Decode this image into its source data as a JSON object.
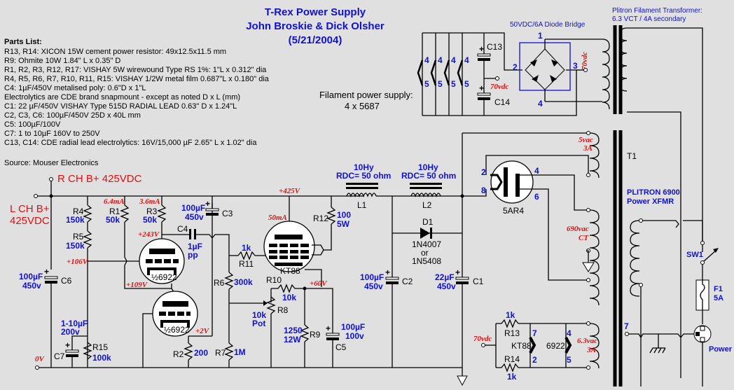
{
  "title": {
    "line1": "T-Rex Power Supply",
    "line2": "John Broskie & Dick Olsher",
    "line3": "(5/21/2004)"
  },
  "parts_list": {
    "heading": "Parts List:",
    "lines": [
      "R13, R14: XICON 15W cement power resistor: 49x12.5x11.5 mm",
      "R9: Ohmite 10W 1.84\" L x 0.35\" D",
      "R1, R2, R3, R12, R17: VISHAY 5W wirewound Type RS 1%: 1\"L x 0.312\" dia",
      "R4, R5, R6, R7, R10, R11, R15: VISHAY 1/2W metal film 0.687\"L x 0.180\" dia",
      "C4: 1µF/450V metalised poly: 0.6\"D x 1\"L",
      "Electrolytics are CDE brand snapmount - except as noted D x L (mm)",
      "C1: 22 µF/450V VISHAY Type 515D RADIAL LEAD 0.63\" D x 1.24\"L",
      "C2, C3,  C6: 100µF/450V 25D x 40L mm",
      "C5: 100µF/100V",
      "C7: 1 to 10µF  160V to 250V",
      "C13, C14:  CDE radial lead electrolytics: 16V/15,000 µF 2.65\" L x 1.02\" dia"
    ],
    "source": "Source: Mouser Electronics"
  },
  "filament_supply": {
    "label_line1": "Filament power supply:",
    "label_line2": "4 x 5687",
    "socket_pins_top": [
      "4",
      "4",
      "4",
      "4"
    ],
    "socket_pins_bottom": [
      "5",
      "5",
      "5",
      "5"
    ],
    "c13": "C13",
    "c14": "C14",
    "voltage_mid": "70vdc",
    "bridge_label": "50VDC/6A Diode Bridge",
    "bridge_pins": [
      "1",
      "2",
      "3",
      "4"
    ],
    "bridge_out_voltage": "70vdc",
    "transformer_label_line1": "Plitron Filament Transformer:",
    "transformer_label_line2": "6.3 VCT / 4A secondary"
  },
  "rails": {
    "r_ch": "R CH B+ 425VDC",
    "l_ch_line1": "L CH B+",
    "l_ch_line2": "425VDC",
    "zero": "0V"
  },
  "components": {
    "R4": {
      "name": "R4",
      "value": "150k"
    },
    "R5": {
      "name": "R5",
      "value": "150k"
    },
    "R1": {
      "name": "R1",
      "value": "50k",
      "current": "6.4mA"
    },
    "R3": {
      "name": "R3",
      "value": "50k",
      "current": "3.6mA"
    },
    "R2": {
      "name": "R2",
      "value": "200"
    },
    "R6": {
      "name": "R6",
      "value": "300k"
    },
    "R7": {
      "name": "R7",
      "value": "1M"
    },
    "R8": {
      "name": "R8",
      "value_line1": "10k",
      "value_line2": "Pot"
    },
    "R9": {
      "name": "R9",
      "value_line1": "1250",
      "value_line2": "12W"
    },
    "R10": {
      "name": "R10",
      "value": "10k"
    },
    "R11": {
      "name": "R11",
      "value": "1k"
    },
    "R12": {
      "name": "R12",
      "value_line1": "100",
      "value_line2": "5W"
    },
    "R13": {
      "name": "R13",
      "value": "1k"
    },
    "R14": {
      "name": "R14",
      "value": "1k"
    },
    "R15": {
      "name": "R15",
      "value": "100k"
    },
    "C1": {
      "name": "C1",
      "value_line1": "22µF",
      "value_line2": "450v"
    },
    "C2": {
      "name": "C2",
      "value_line1": "100µF",
      "value_line2": "450v"
    },
    "C3": {
      "name": "C3",
      "value_line1": "100µF",
      "value_line2": "450v"
    },
    "C4": {
      "name": "C4",
      "value_line1": "1µF",
      "value_line2": "pp"
    },
    "C5": {
      "name": "C5",
      "value_line1": "100µF",
      "value_line2": "100v"
    },
    "C6": {
      "name": "C6",
      "value_line1": "100µF",
      "value_line2": "450v"
    },
    "C7": {
      "name": "C7",
      "value_line1": "1-10µF",
      "value_line2": "200v"
    },
    "L1": {
      "name": "L1",
      "value_line1": "10Hy",
      "value_line2": "RDC= 50 ohm"
    },
    "L2": {
      "name": "L2",
      "value_line1": "10Hy",
      "value_line2": "RDC= 50 ohm"
    },
    "D1": {
      "name": "D1",
      "part_line1": "1N4007",
      "part_line2": "or",
      "part_line3": "1N5408"
    },
    "V1": {
      "name": "½6922"
    },
    "V2": {
      "name": "½6922"
    },
    "V3": {
      "name": "KT88",
      "current": "50mA"
    },
    "V4": {
      "name": "5AR4",
      "pins": [
        "2",
        "8",
        "4",
        "6"
      ]
    },
    "T1": {
      "name": "T1",
      "label_line1": "PLITRON 6900",
      "label_line2": "Power XFMR",
      "pin": "7"
    },
    "SW1": {
      "name": "SW1"
    },
    "F1": {
      "name": "F1",
      "value": "5A"
    },
    "power": {
      "label": "Power"
    }
  },
  "voltages": {
    "v425": "+425V",
    "v243": "+243V",
    "v106": "+106V",
    "v109": "+109V",
    "v2": "+2V",
    "v60": "+60V"
  },
  "transformer_windings": {
    "rect_fil_line1": "5vac",
    "rect_fil_line2": "3A",
    "hv_line1": "690vac",
    "hv_line2": "CT",
    "heater_line1": "6.3vac",
    "heater_line2": "3A"
  },
  "heater_network": {
    "supply": "70vdc",
    "kt88": "KT88",
    "kt88_pins": [
      "7",
      "2"
    ],
    "tube6922": "6922",
    "tube6922_pins": [
      "4",
      "5"
    ]
  }
}
